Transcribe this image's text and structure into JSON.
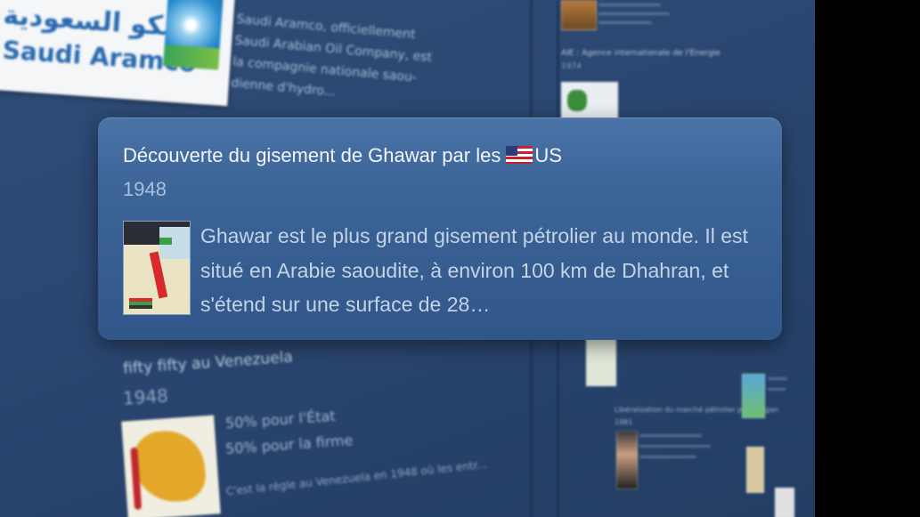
{
  "background": {
    "logo": {
      "arabic": "ارامكو السعودية",
      "latin": "Saudi Aramco"
    },
    "aramco_excerpt": [
      "Saudi Aramco, officiellement",
      "Saudi Arabian Oil Company, est",
      "la compagnie nationale saou-",
      "dienne d'hydro..."
    ],
    "left_card": {
      "title": "fifty fifty au Venezuela",
      "year": "1948",
      "line1": "50% pour l'État",
      "line2": "50% pour la firme",
      "desc": "C'est la règle au Venezuela en 1948 où les entr..."
    },
    "right_column": {
      "aie_title": "AIE : Agence internationale de l'Énergie",
      "aie_year": "1974",
      "lib_title": "Libéralisation du marché pétrolier par Reagan",
      "lib_year": "1981"
    }
  },
  "event_card": {
    "title": "Découverte du gisement de Ghawar par les",
    "flag_icon": "us-flag-icon",
    "title_suffix": "US",
    "year": "1948",
    "description": "Ghawar est le plus grand gisement pétrolier au monde. Il est situé en Arabie saoudite, à environ 100 km de Dhahran, et s'étend sur une surface de 28…"
  },
  "colors": {
    "background": "#2a4670",
    "card": "#3d6598",
    "title_text": "#f2f6fb",
    "body_text": "#c4d3e6"
  }
}
